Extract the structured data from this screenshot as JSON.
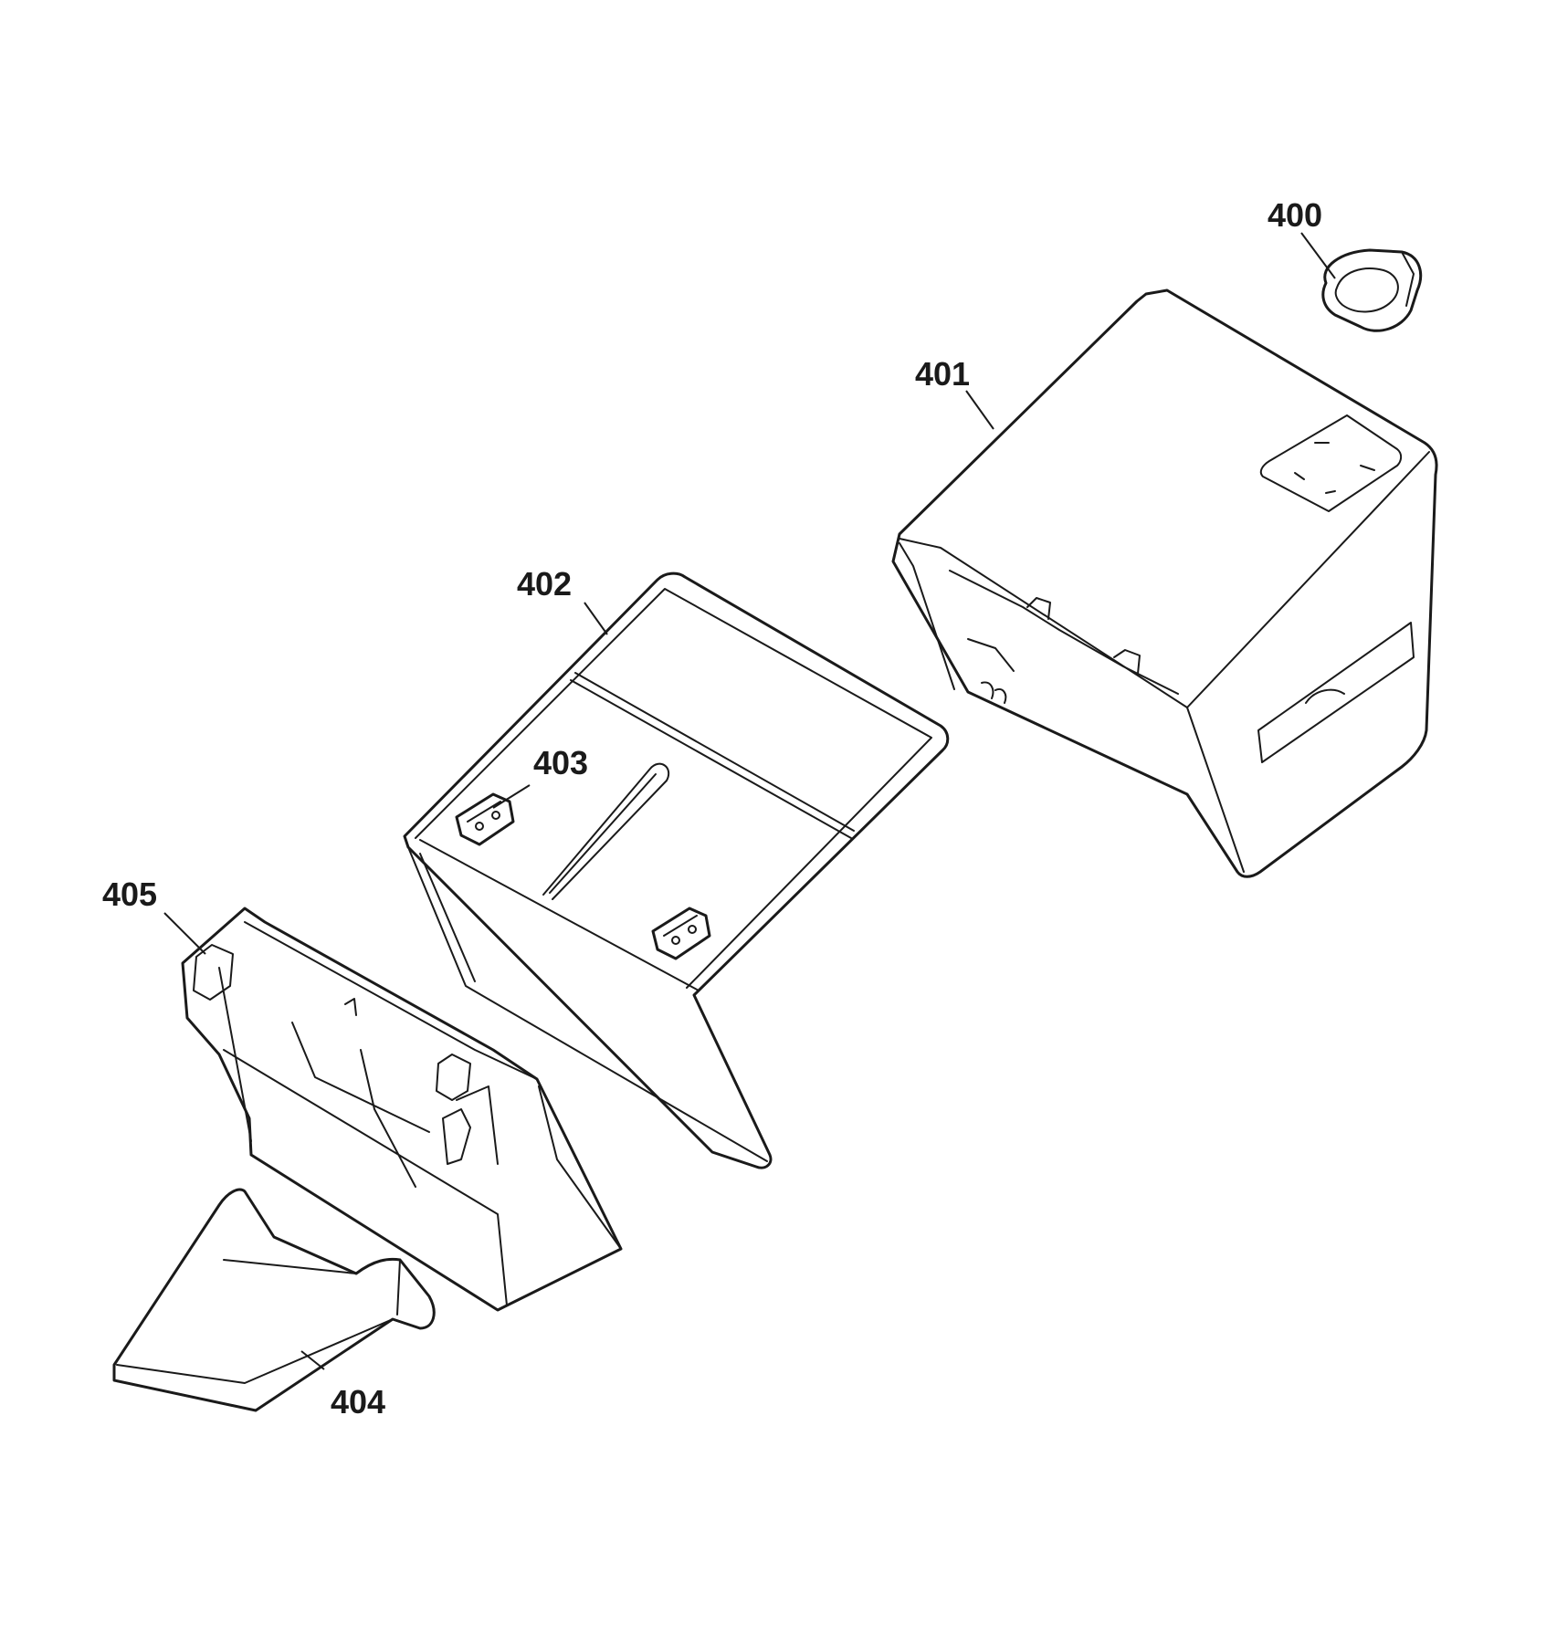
{
  "callouts": [
    {
      "id": "400",
      "label": "400"
    },
    {
      "id": "401",
      "label": "401"
    },
    {
      "id": "402",
      "label": "402"
    },
    {
      "id": "403",
      "label": "403"
    },
    {
      "id": "404",
      "label": "404"
    },
    {
      "id": "405",
      "label": "405"
    }
  ]
}
